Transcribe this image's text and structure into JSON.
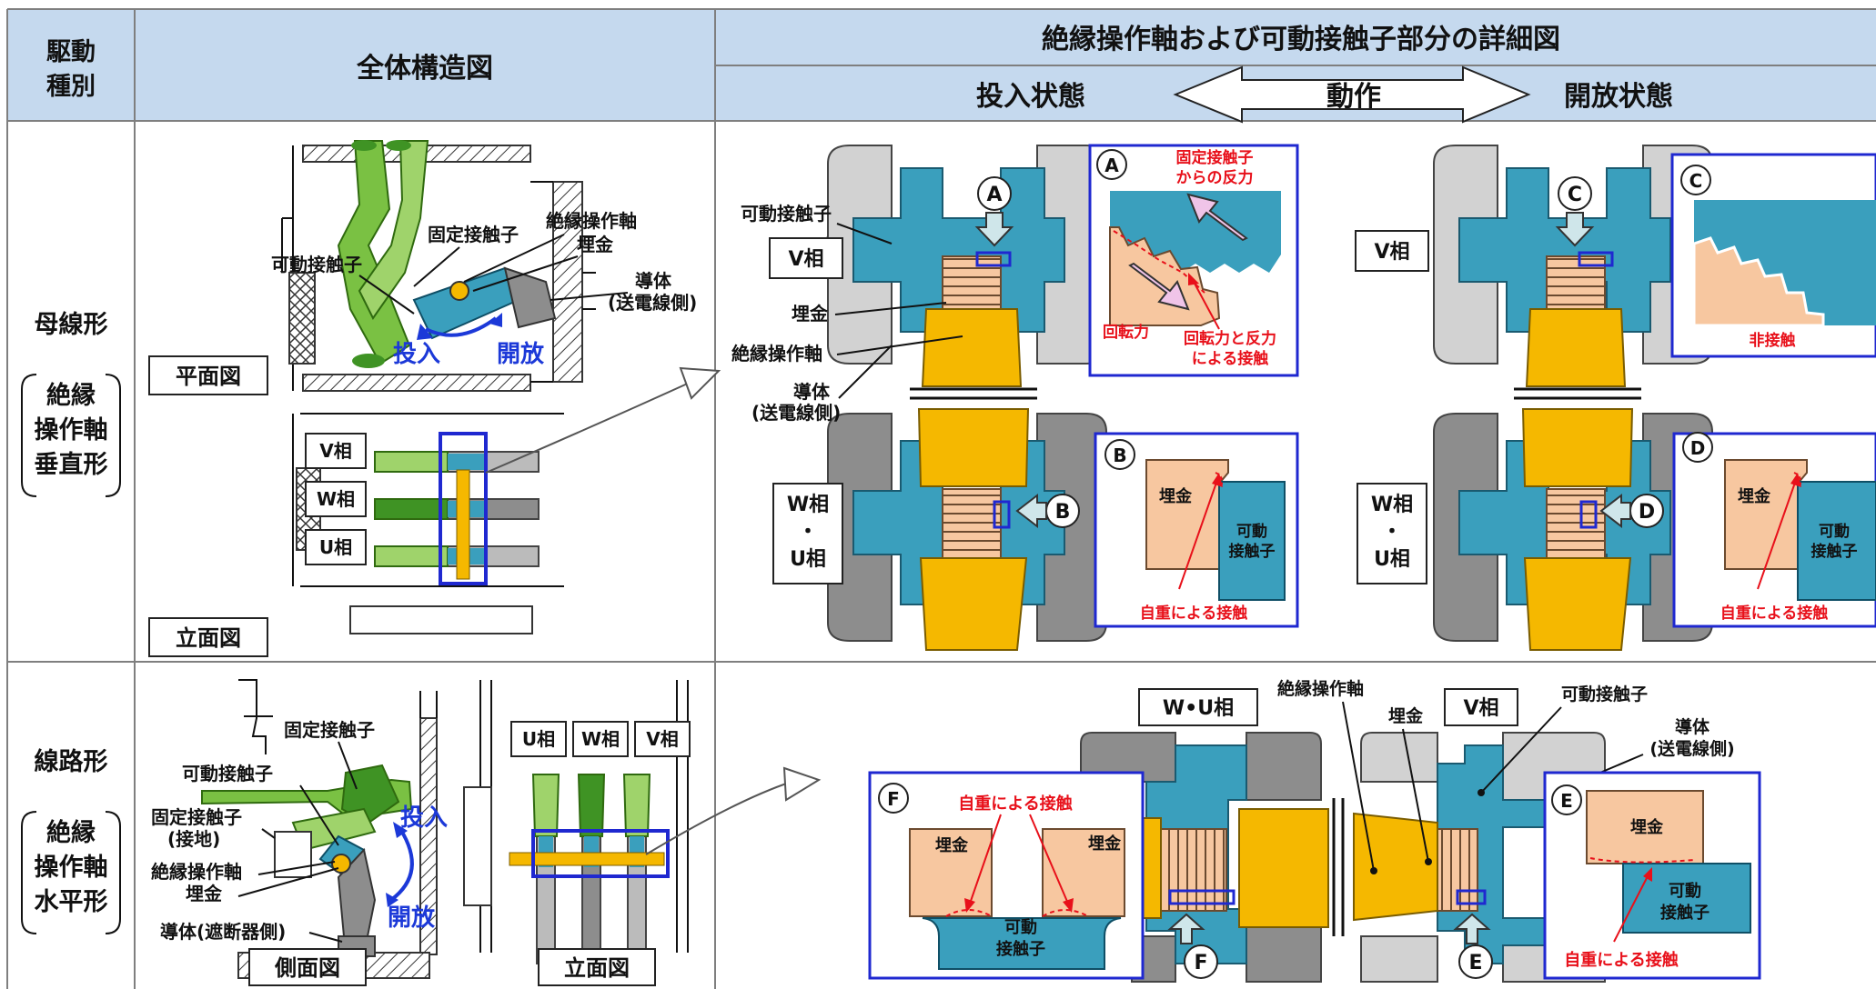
{
  "header": {
    "col1": [
      "駆動",
      "種別"
    ],
    "col2": "全体構造図",
    "col3_title": "絶縁操作軸および可動接触子部分の詳細図",
    "state_closed": "投入状態",
    "action": "動作",
    "state_open": "開放状態"
  },
  "row1": {
    "type_main": "母線形",
    "type_sub": [
      "絶縁",
      "操作軸",
      "垂直形"
    ],
    "plan_label": "平面図",
    "elev_label": "立面図",
    "labels": {
      "movable": "可動接触子",
      "fixed": "固定接触子",
      "shaft": "絶縁操作軸",
      "embed": "埋金",
      "conductor": [
        "導体",
        "(送電線側)"
      ],
      "close": "投入",
      "open": "開放"
    },
    "phases": [
      "V相",
      "W相",
      "U相"
    ],
    "detail": {
      "movable": "可動接触子",
      "embed": "埋金",
      "shaft": "絶縁操作軸",
      "conductor": [
        "導体",
        "(送電線側)"
      ],
      "v_phase": "V相",
      "wu_phase": [
        "W相",
        "・",
        "U相"
      ],
      "A": {
        "letter": "A",
        "reaction": [
          "固定接触子",
          "からの反力"
        ],
        "rotation": "回転力",
        "contact": [
          "回転力と反力",
          "による接触"
        ]
      },
      "B": {
        "letter": "B",
        "embed": "埋金",
        "movable": [
          "可動",
          "接触子"
        ],
        "note": "自重による接触"
      },
      "C": {
        "letter": "C",
        "note": "非接触"
      },
      "D": {
        "letter": "D",
        "embed": "埋金",
        "movable": [
          "可動",
          "接触子"
        ],
        "note": "自重による接触"
      }
    }
  },
  "row2": {
    "type_main": "線路形",
    "type_sub": [
      "絶縁",
      "操作軸",
      "水平形"
    ],
    "side_label": "側面図",
    "elev_label": "立面図",
    "labels": {
      "fixed": "固定接触子",
      "movable": "可動接触子",
      "fixed_ground": [
        "固定接触子",
        "(接地)"
      ],
      "shaft": "絶縁操作軸",
      "embed": "埋金",
      "conductor": "導体(遮断器側)",
      "close": "投入",
      "open": "開放"
    },
    "phases": [
      "U相",
      "W相",
      "V相"
    ],
    "detail": {
      "wu_phase": "W•U相",
      "v_phase": "V相",
      "shaft": "絶縁操作軸",
      "embed": "埋金",
      "movable": "可動接触子",
      "conductor": [
        "導体",
        "(送電線側)"
      ],
      "F": {
        "letter": "F",
        "note": "自重による接触",
        "embed": "埋金",
        "movable": [
          "可動",
          "接触子"
        ]
      },
      "E": {
        "letter": "E",
        "embed": "埋金",
        "movable": [
          "可動",
          "接触子"
        ],
        "note": "自重による接触"
      }
    }
  },
  "colors": {
    "header": "#c5d9ee",
    "teal": "#3a9fbd",
    "gold": "#f5b800",
    "peach": "#f7c7a0",
    "red": "#e8101a",
    "blue": "#1c39d8",
    "green": "#7ac143"
  }
}
